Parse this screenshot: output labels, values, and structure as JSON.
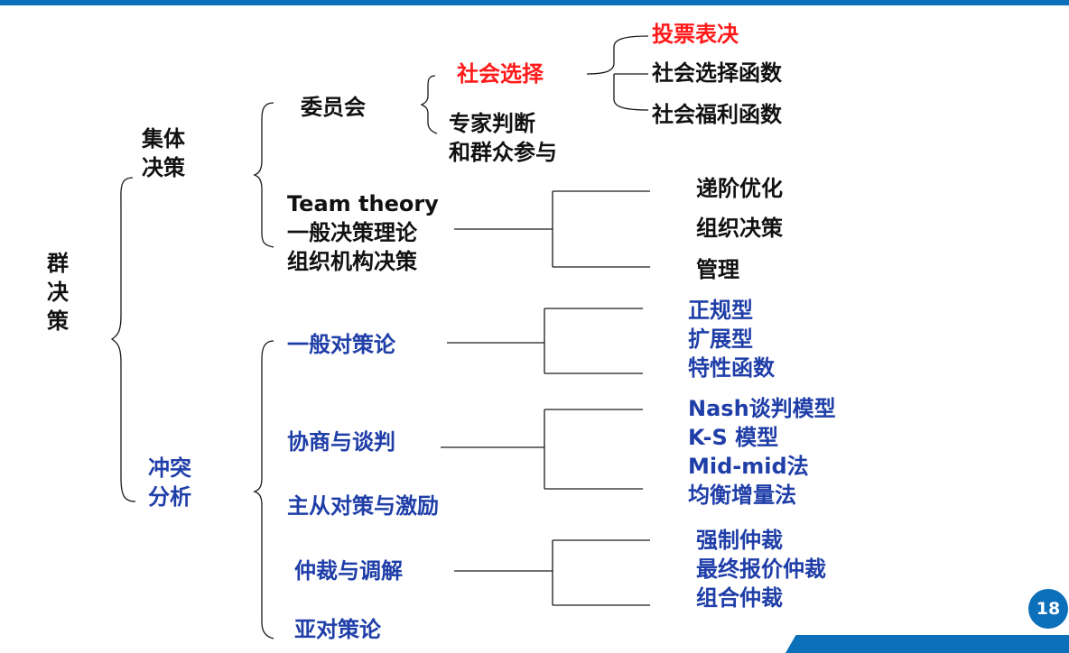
{
  "root": {
    "label_lines": [
      "群",
      "决",
      "策"
    ]
  },
  "collective": {
    "label_lines": [
      "集体",
      "决策"
    ],
    "committee": {
      "label": "委员会",
      "social_choice": {
        "label": "社会选择",
        "items": [
          "投票表决",
          "社会选择函数",
          "社会福利函数"
        ]
      },
      "expert": {
        "label_lines": [
          "专家判断",
          "和群众参与"
        ]
      }
    },
    "team_theory": {
      "label_lines": [
        "Team theory",
        "一般决策理论",
        "组织机构决策"
      ],
      "items": [
        "递阶优化",
        "组织决策",
        "管理"
      ]
    }
  },
  "conflict": {
    "label_lines": [
      "冲突",
      "分析"
    ],
    "general_game": {
      "label": "一般对策论",
      "items": [
        "正规型",
        "扩展型",
        "特性函数"
      ]
    },
    "negotiation": {
      "label": "协商与谈判",
      "items": [
        "Nash谈判模型",
        "K-S 模型",
        "Mid-mid法",
        "均衡增量法"
      ]
    },
    "stackelberg": {
      "label": "主从对策与激励"
    },
    "arbitration": {
      "label": "仲裁与调解",
      "items": [
        "强制仲裁",
        "最终报价仲裁",
        "组合仲裁"
      ]
    },
    "metagame": {
      "label": "亚对策论"
    }
  },
  "page_number": "18",
  "colors": {
    "accent": "#0b6fba",
    "highlight": "#ff1a1a",
    "conflict_text": "#1f3ea8",
    "text": "#111111"
  }
}
